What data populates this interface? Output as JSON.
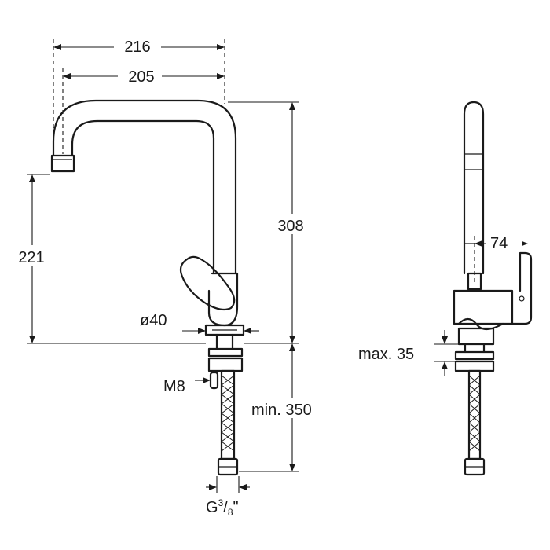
{
  "dimensions": {
    "overall_width": "216",
    "spout_reach": "205",
    "spout_height": "221",
    "total_height": "308",
    "base_diameter": "ø40",
    "thread": "M8",
    "hose_length": "min. 350",
    "connection_base": "G",
    "connection_num": "3",
    "connection_den": "8",
    "connection_suffix": "\"",
    "handle_offset": "74",
    "max_deck": "max. 35"
  }
}
